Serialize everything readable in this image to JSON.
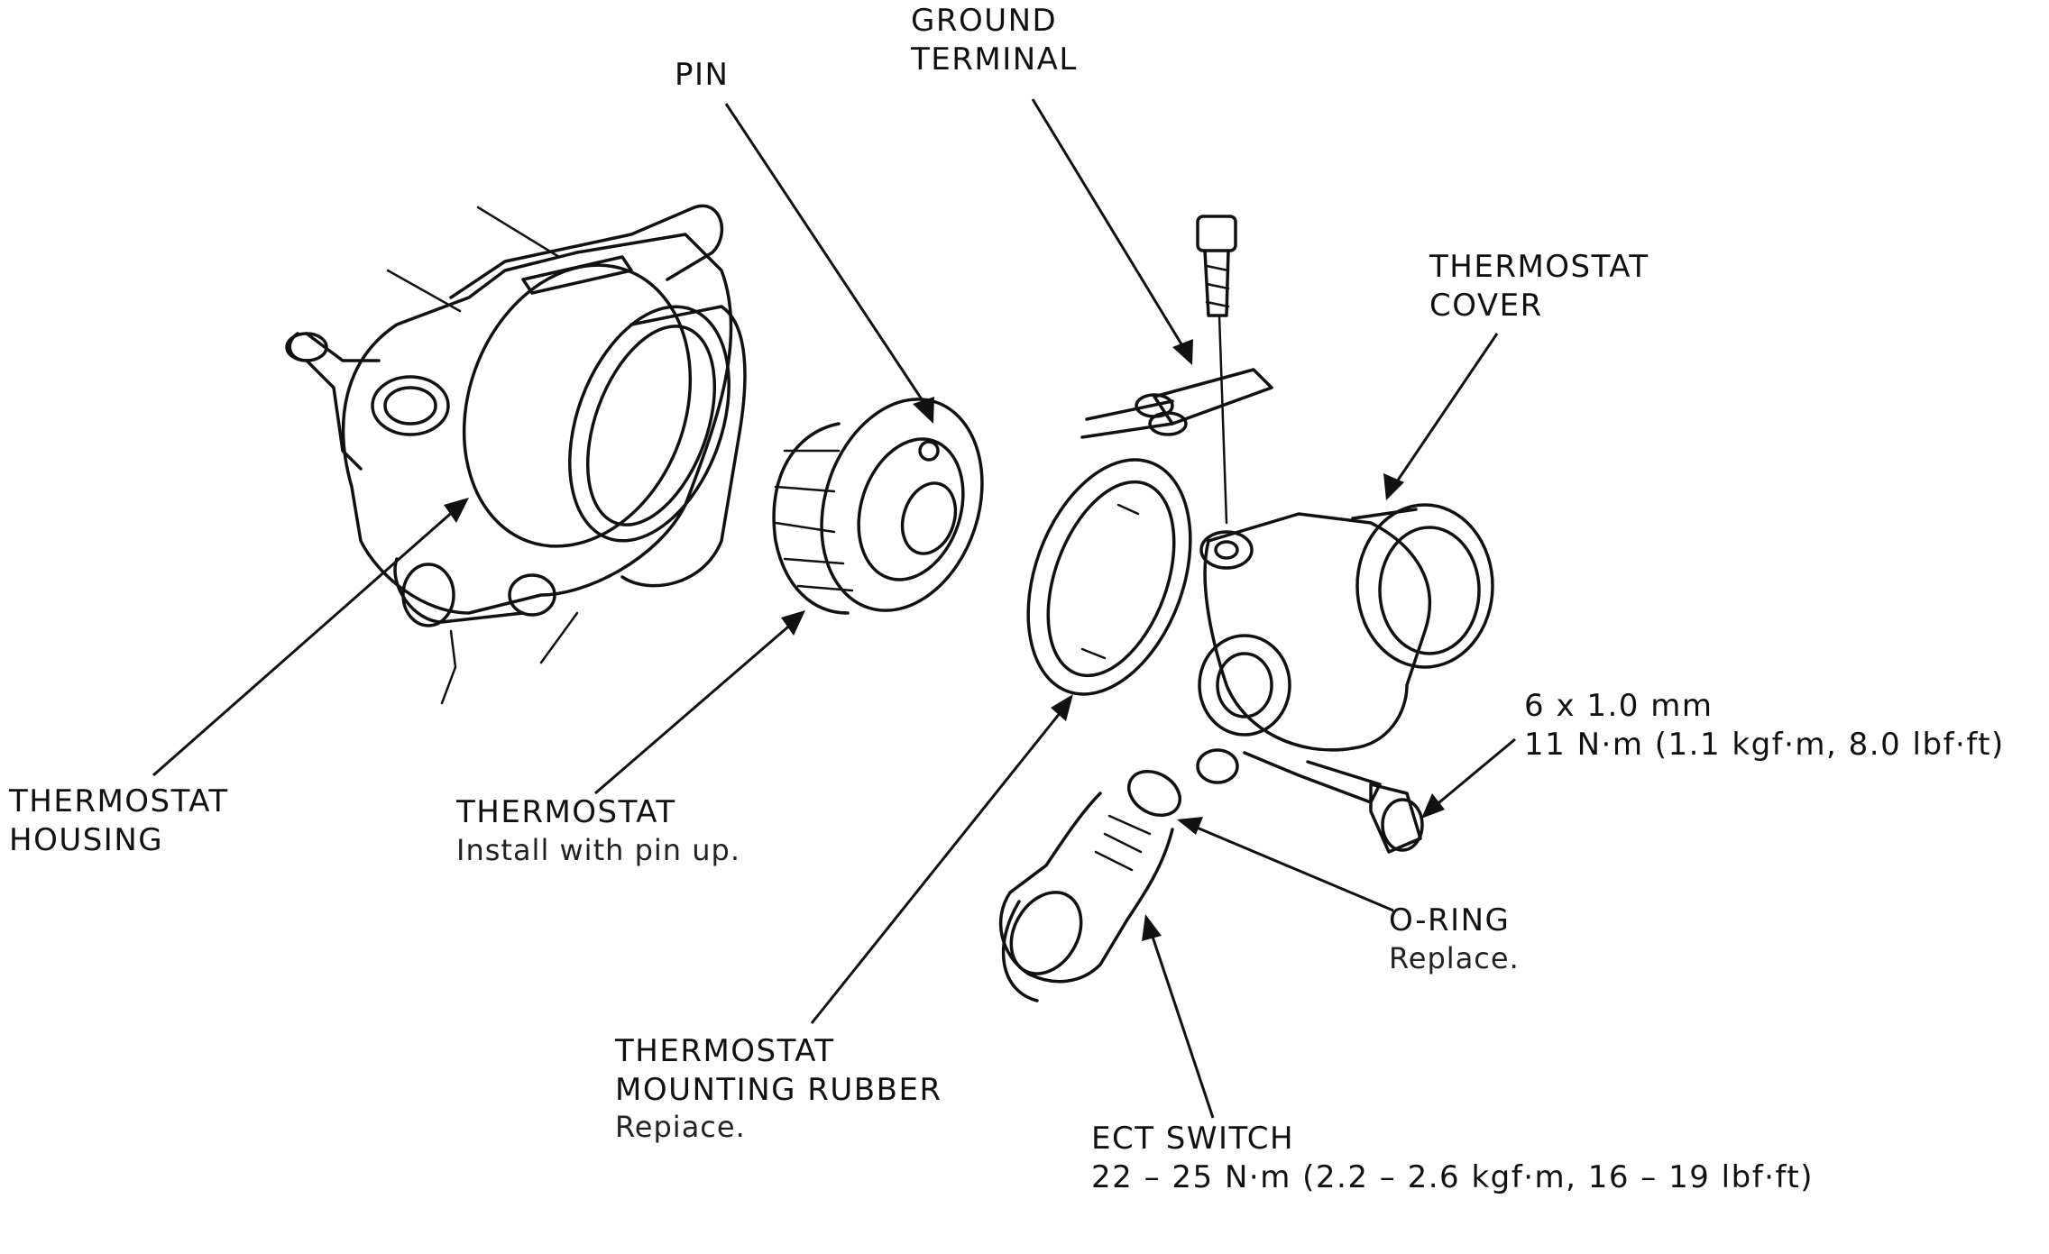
{
  "labels": {
    "pin": "PIN",
    "ground_terminal": [
      "GROUND",
      "TERMINAL"
    ],
    "thermostat_cover": [
      "THERMOSTAT",
      "COVER"
    ],
    "thermostat_housing": [
      "THERMOSTAT",
      "HOUSING"
    ],
    "thermostat": {
      "title": "THERMOSTAT",
      "note": "Install with pin up."
    },
    "mounting_rubber": {
      "title": [
        "THERMOSTAT",
        "MOUNTING RUBBER"
      ],
      "note": "Repiace."
    },
    "bolt_spec": [
      "6 x 1.0 mm",
      "11 N·m (1.1 kgf·m, 8.0 lbf·ft)"
    ],
    "o_ring": {
      "title": "O-RING",
      "note": "Replace."
    },
    "ect_switch": {
      "title": "ECT SWITCH",
      "note": "22 – 25 N·m (2.2 – 2.6 kgf·m, 16 – 19 lbf·ft)"
    }
  }
}
